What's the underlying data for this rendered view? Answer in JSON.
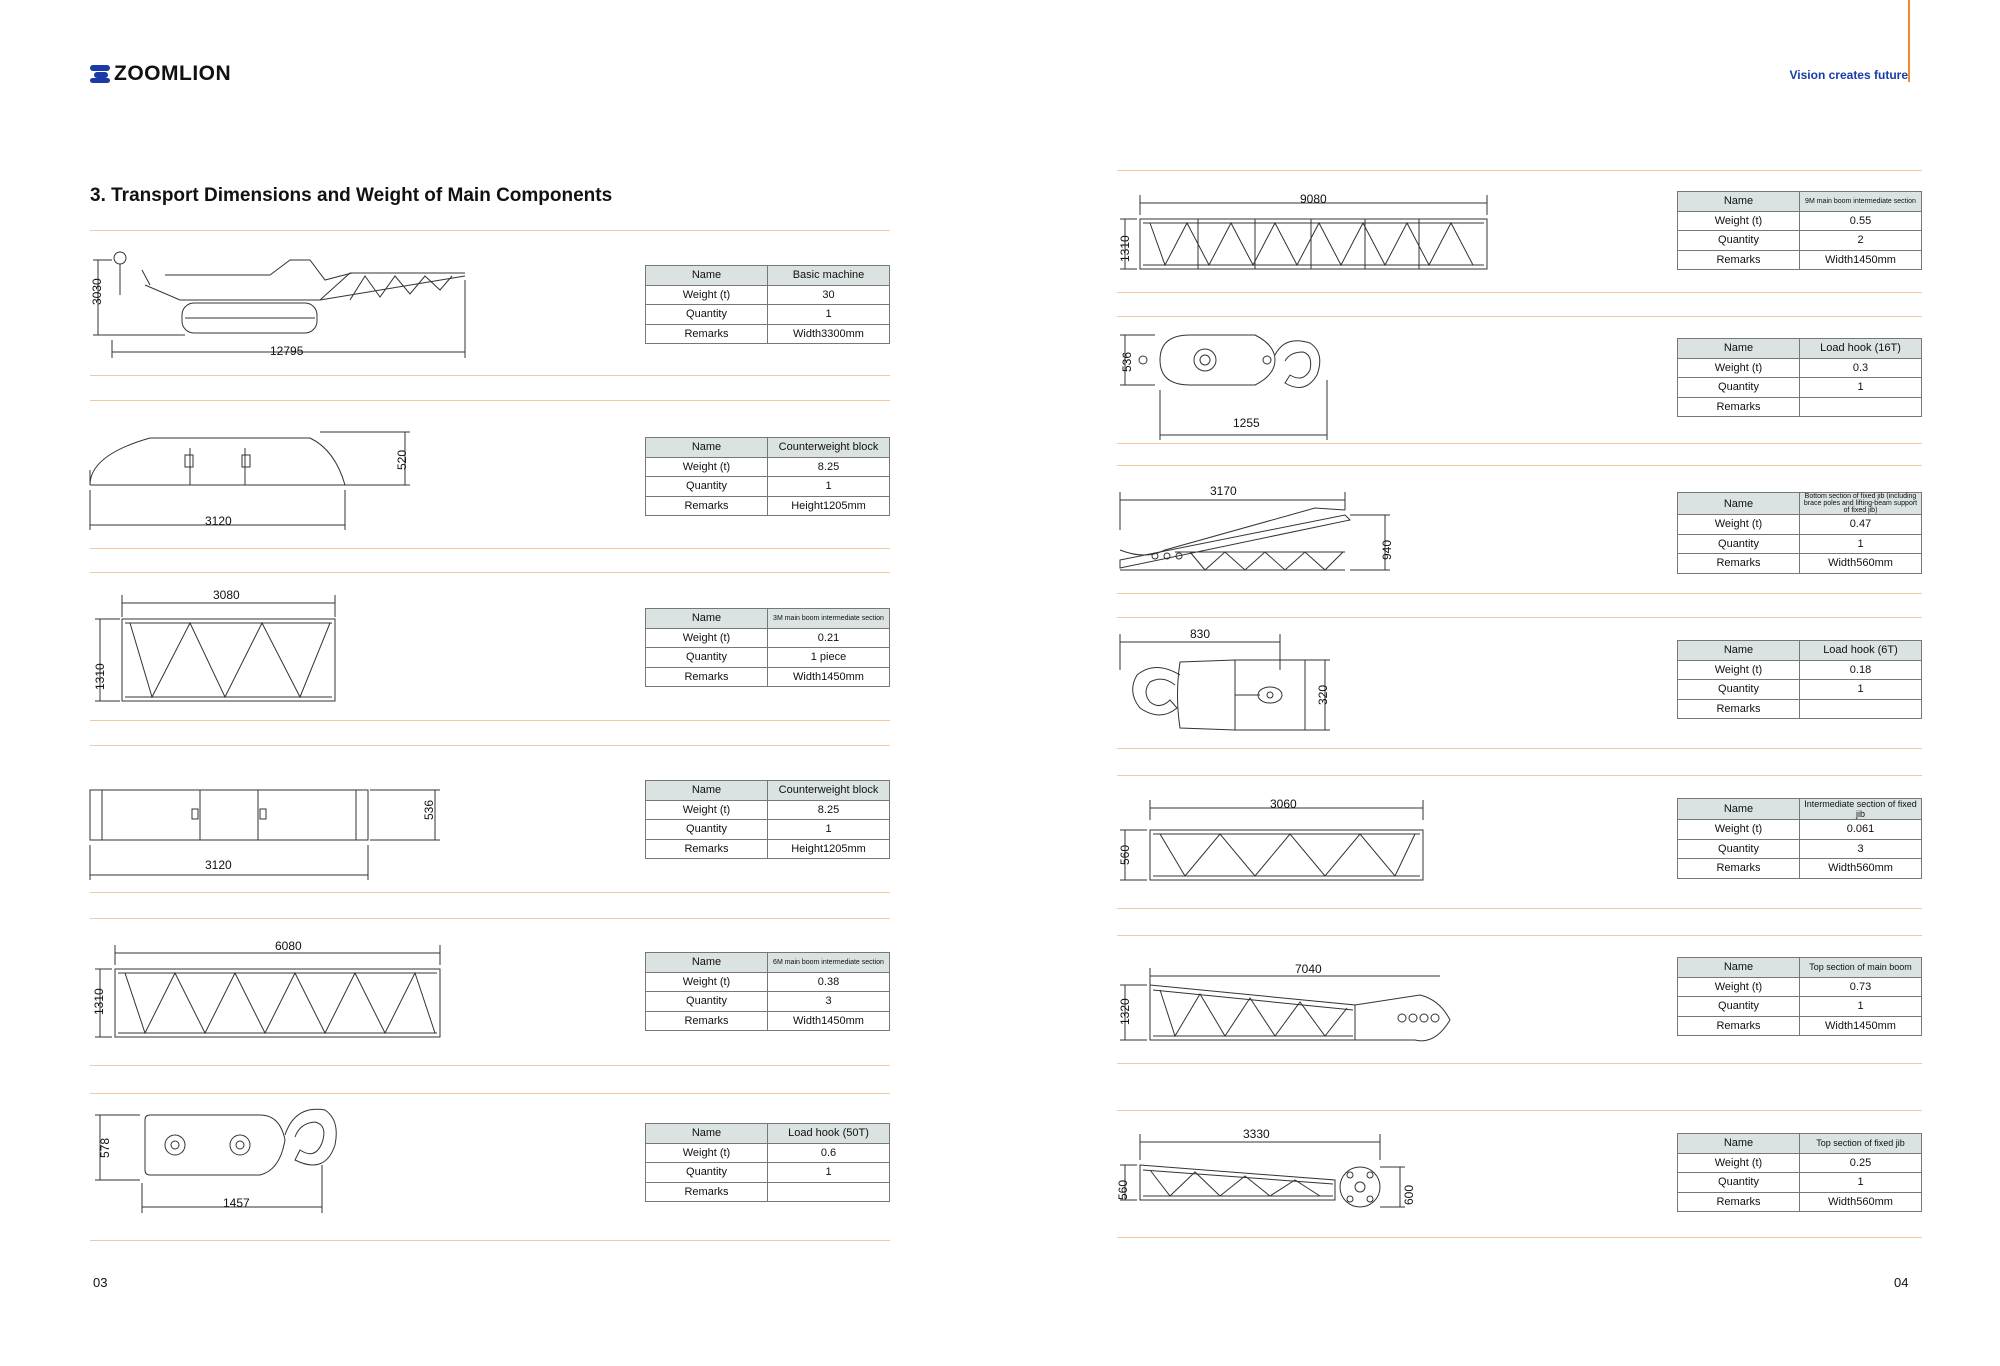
{
  "header": {
    "logo_text": "ZOOMLION",
    "slogan": "Vision creates future"
  },
  "heading": "3. Transport Dimensions and Weight of Main Components",
  "pages": {
    "left": "03",
    "right": "04"
  },
  "rows": {
    "name": "Name",
    "weight": "Weight (t)",
    "quantity": "Quantity",
    "remarks": "Remarks"
  },
  "components": [
    {
      "name": "Basic machine",
      "weight": "30",
      "quantity": "1",
      "remarks": "Width3300mm",
      "dims": [
        "12795",
        "3030"
      ]
    },
    {
      "name": "Counterweight block",
      "weight": "8.25",
      "quantity": "1",
      "remarks": "Height1205mm",
      "dims": [
        "3120",
        "520"
      ]
    },
    {
      "name": "3M main boom intermediate section",
      "weight": "0.21",
      "quantity": "1 piece",
      "remarks": "Width1450mm",
      "dims": [
        "3080",
        "1310"
      ]
    },
    {
      "name": "Counterweight block",
      "weight": "8.25",
      "quantity": "1",
      "remarks": "Height1205mm",
      "dims": [
        "3120",
        "536"
      ]
    },
    {
      "name": "6M main boom intermediate section",
      "weight": "0.38",
      "quantity": "3",
      "remarks": "Width1450mm",
      "dims": [
        "6080",
        "1310"
      ]
    },
    {
      "name": "Load hook (50T)",
      "weight": "0.6",
      "quantity": "1",
      "remarks": "",
      "dims": [
        "1457",
        "578"
      ]
    },
    {
      "name": "9M main boom intermediate section",
      "weight": "0.55",
      "quantity": "2",
      "remarks": "Width1450mm",
      "dims": [
        "9080",
        "1310"
      ]
    },
    {
      "name": "Load hook (16T)",
      "weight": "0.3",
      "quantity": "1",
      "remarks": "",
      "dims": [
        "1255",
        "536"
      ]
    },
    {
      "name": "Bottom section of fixed jib (including brace poles and lifting-beam support of fixed jib)",
      "weight": "0.47",
      "quantity": "1",
      "remarks": "Width560mm",
      "dims": [
        "3170",
        "940"
      ]
    },
    {
      "name": "Load hook (6T)",
      "weight": "0.18",
      "quantity": "1",
      "remarks": "",
      "dims": [
        "830",
        "320"
      ]
    },
    {
      "name": "Intermediate section of fixed jib",
      "weight": "0.061",
      "quantity": "3",
      "remarks": "Width560mm",
      "dims": [
        "3060",
        "560"
      ]
    },
    {
      "name": "Top section of main boom",
      "weight": "0.73",
      "quantity": "1",
      "remarks": "Width1450mm",
      "dims": [
        "7040",
        "1320"
      ]
    },
    {
      "name": "Top section of fixed jib",
      "weight": "0.25",
      "quantity": "1",
      "remarks": "Width560mm",
      "dims": [
        "3330",
        "560",
        "600"
      ]
    }
  ]
}
